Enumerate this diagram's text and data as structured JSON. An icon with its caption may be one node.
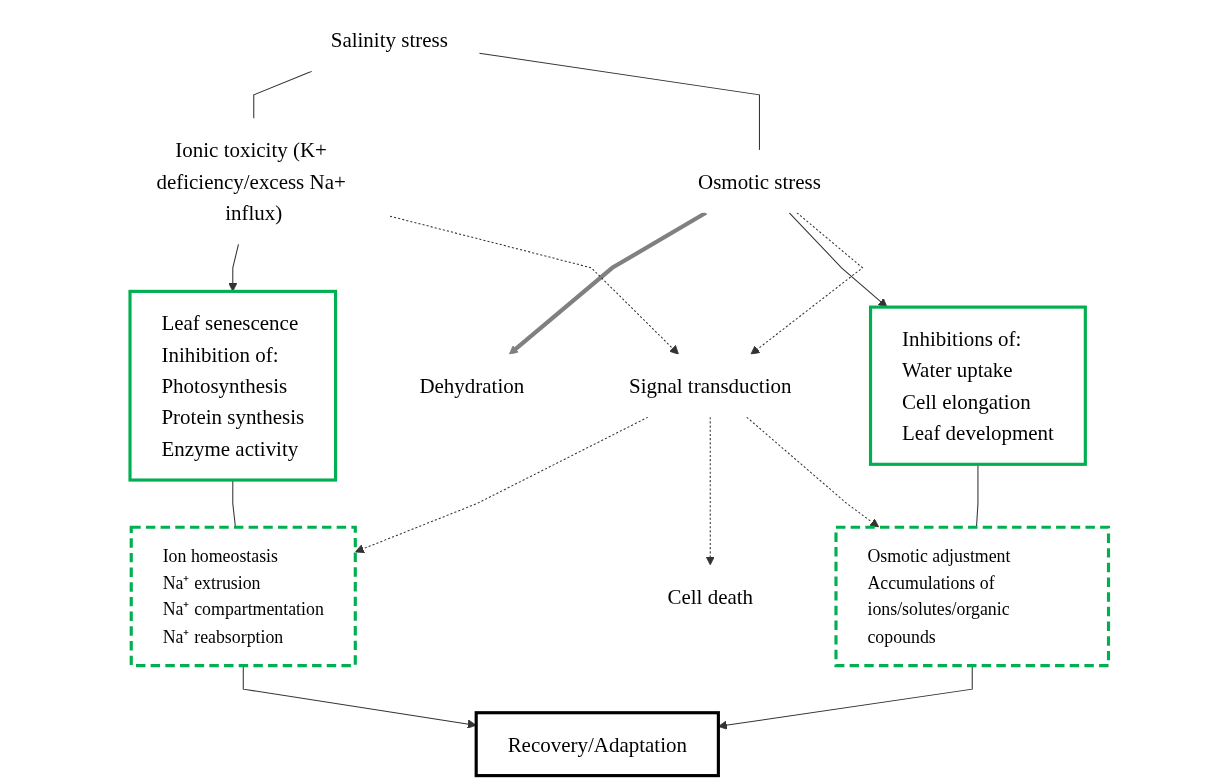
{
  "diagram": {
    "nodes": [
      {
        "text": [
          "Salinity stress"
        ]
      },
      {
        "text": [
          "Ionic toxicity (K+ deficiency/excess Na+ influx)"
        ]
      },
      {
        "text": [
          "Osmotic stress"
        ]
      },
      {
        "text": [
          "Dehydration"
        ]
      },
      {
        "text": [
          "Leaf senescence",
          "Inihibition of:",
          "Photosynthesis",
          "Protein synthesis",
          "Enzyme activity"
        ]
      },
      {
        "text": [
          "Signal transduction"
        ]
      },
      {
        "text": [
          "Inhibitions of:",
          "Water uptake",
          "Cell elongation",
          "Leaf development"
        ]
      },
      {
        "text": [
          "Ion homeostasis",
          "Na⁺ extrusion",
          "Na⁺ compartmentation",
          "Na⁺ reabsorption"
        ]
      },
      {
        "text": [
          "Osmotic adjustment",
          "Accumulations of ions/solutes/organic copounds"
        ]
      },
      {
        "text": [
          "Cell death"
        ]
      },
      {
        "text": [
          "Recovery/Adaptation"
        ]
      }
    ],
    "edges": [
      {
        "from": 0,
        "to": 1,
        "arrow": "none"
      },
      {
        "from": 0,
        "to": 2,
        "arrow": "none"
      },
      {
        "from": 2,
        "to": 3,
        "arrow": "to",
        "style": "thick",
        "color": "#808080"
      },
      {
        "from": 1,
        "to": 4,
        "arrow": "to"
      },
      {
        "from": 1,
        "to": 5,
        "arrow": "to",
        "style": "dashed"
      },
      {
        "from": 2,
        "to": 6,
        "arrow": "to"
      },
      {
        "from": 2,
        "to": 5,
        "arrow": "to",
        "style": "dashed"
      },
      {
        "from": 5,
        "to": 7,
        "arrow": "to",
        "style": "dashed"
      },
      {
        "from": 5,
        "to": 9,
        "arrow": "to",
        "style": "dashed"
      },
      {
        "from": 5,
        "to": 8,
        "arrow": "to",
        "style": "dashed"
      },
      {
        "from": 4,
        "to": 7,
        "arrow": "none"
      },
      {
        "from": 6,
        "to": 8,
        "arrow": "none"
      },
      {
        "from": 7,
        "to": 10,
        "arrow": "to"
      },
      {
        "from": 8,
        "to": 10,
        "arrow": "to"
      }
    ]
  }
}
